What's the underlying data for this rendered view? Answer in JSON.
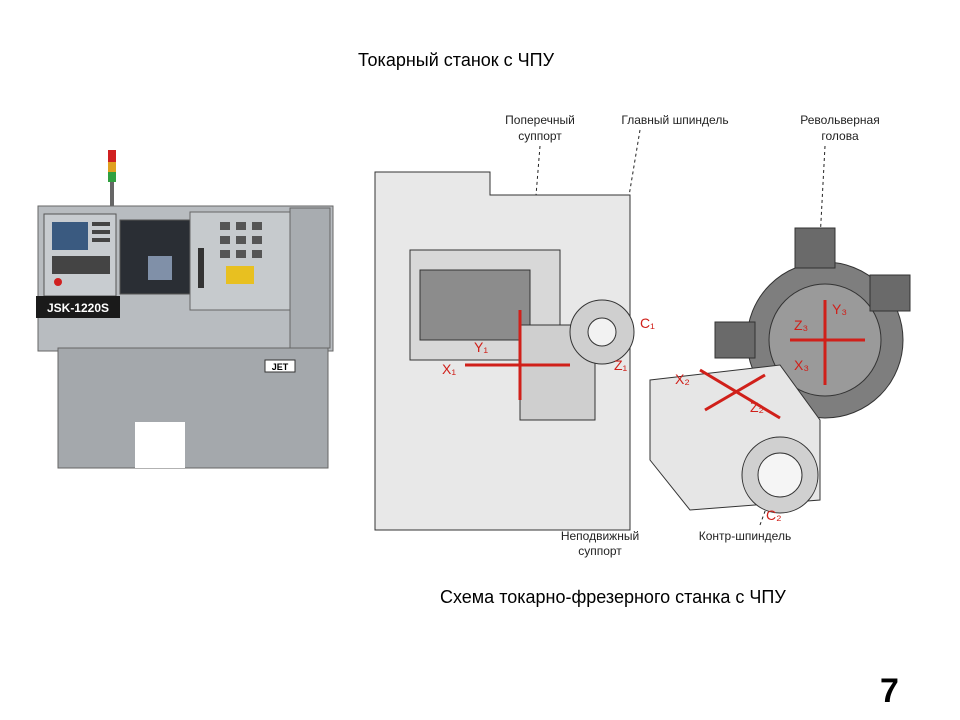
{
  "slide": {
    "title": "Токарный станок с ЧПУ",
    "caption": "Схема токарно-фрезерного станка с ЧПУ",
    "page_number": "7"
  },
  "lathe_photo": {
    "model_label": "JSK-1220S",
    "brand_label": "JET"
  },
  "scheme": {
    "labels": {
      "cross_slide_1": "Поперечный",
      "cross_slide_2": "суппорт",
      "main_spindle": "Главный шпиндель",
      "turret_1": "Револьверная",
      "turret_2": "голова",
      "fixed_slide_1": "Неподвижный",
      "fixed_slide_2": "суппорт",
      "counter_spindle": "Контр-шпиндель"
    },
    "axes": {
      "y1": "Y₁",
      "x1": "X₁",
      "c1": "C₁",
      "z1": "Z₁",
      "x2": "X₂",
      "z2": "Z₂",
      "c2": "C₂",
      "y3": "Y₃",
      "z3": "Z₃",
      "x3": "X₃"
    },
    "colors": {
      "axis": "#d0201a",
      "metal": "#9a9a9a",
      "outline": "#333333"
    }
  }
}
